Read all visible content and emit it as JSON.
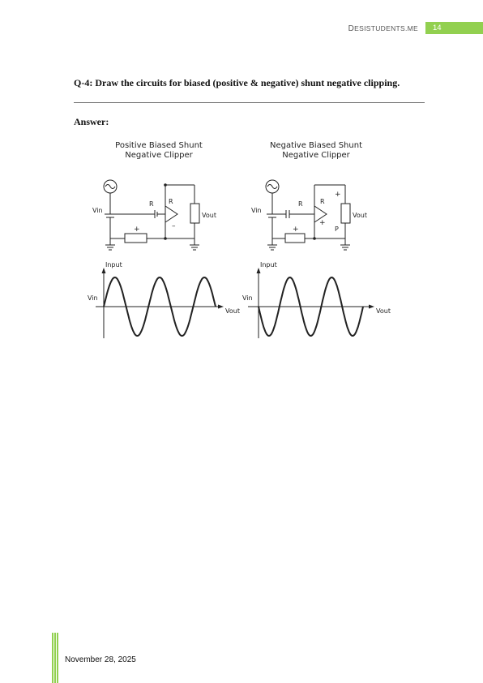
{
  "header": {
    "site": "DESISTUDENTS.ME",
    "page_number": "14"
  },
  "question": "Q-4: Draw the circuits for biased (positive & negative) shunt negative clipping.",
  "answer_label": "Answer:",
  "figure": {
    "left": {
      "title_line1": "Positive Biased Shunt",
      "title_line2": "Negative Clipper",
      "vin": "Vin",
      "r1": "R",
      "r2": "R",
      "minus": "–",
      "plus": "+",
      "vout": "Vout",
      "input": "Input",
      "graph_vin": "Vin",
      "graph_vout": "Vout"
    },
    "right": {
      "title_line1": "Negative Biased Shunt",
      "title_line2": "Negative Clipper",
      "vin": "Vin",
      "r1": "R",
      "r2": "R",
      "plus_top": "+",
      "plus_mid": "+",
      "plus_low": "+",
      "p": "P",
      "vout": "Vout",
      "input": "Input",
      "graph_vin": "Vin",
      "graph_vout": "Vout"
    }
  },
  "footer": {
    "date": "November 28, 2025"
  }
}
